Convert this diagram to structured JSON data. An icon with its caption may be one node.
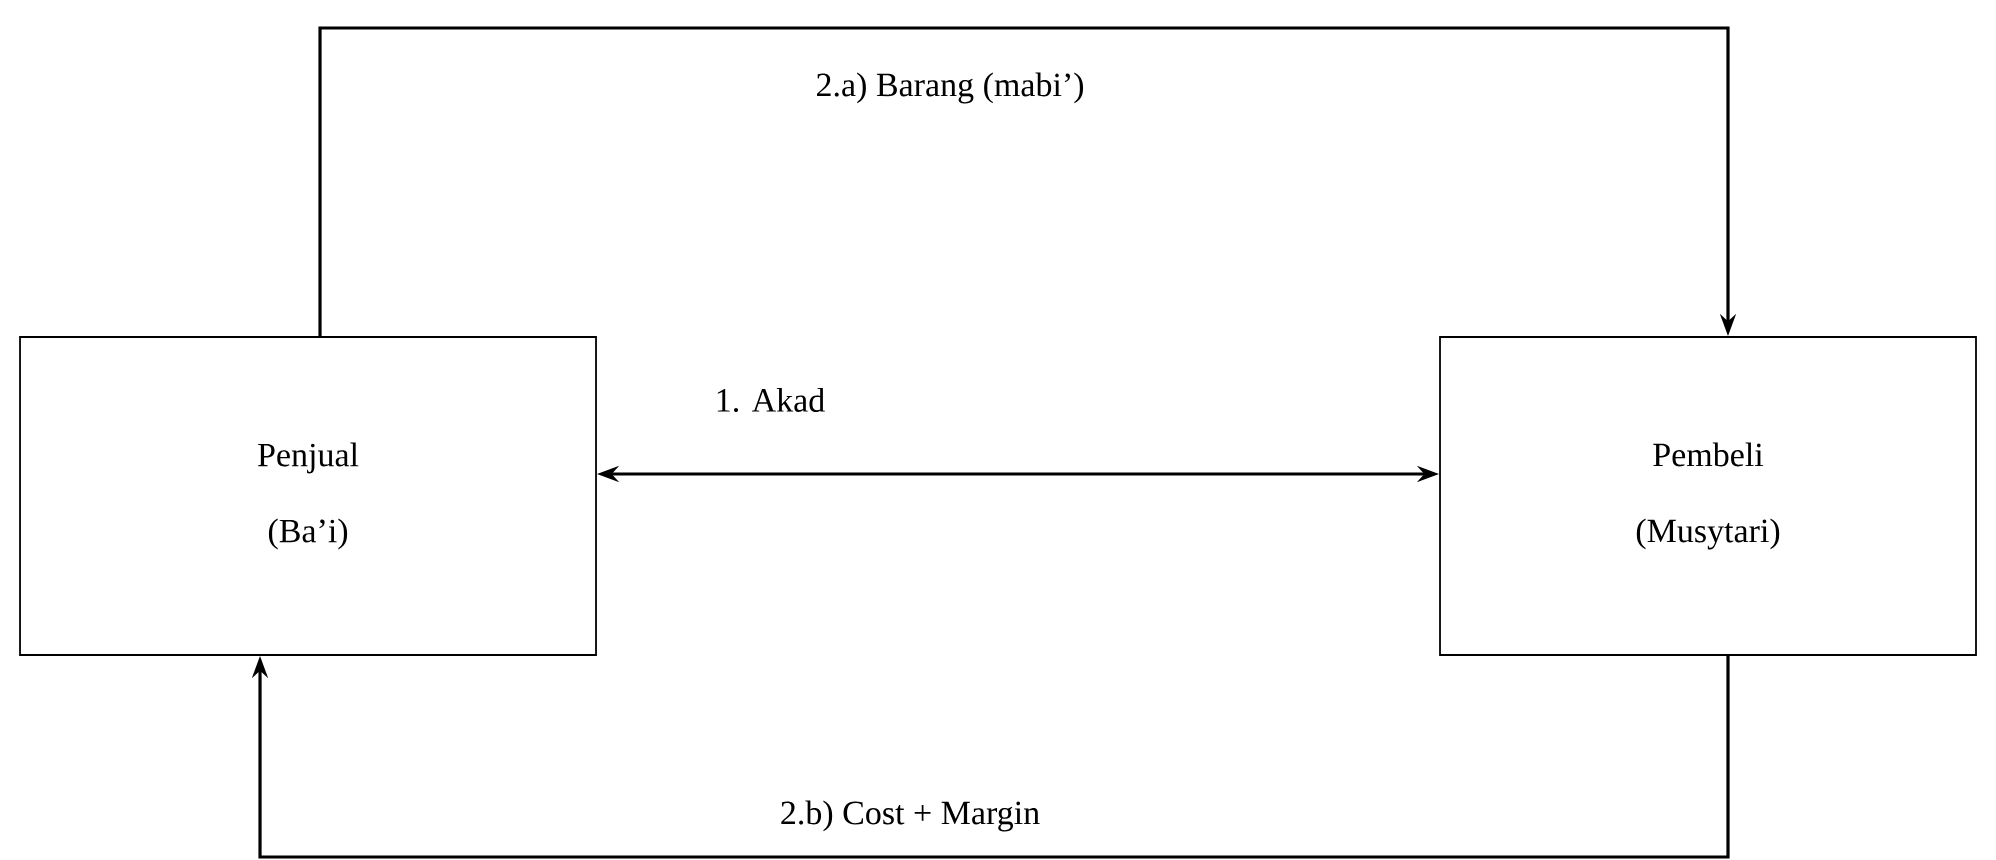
{
  "diagram": {
    "nodes": [
      {
        "text": [
          "Penjual",
          "(Ba’i)"
        ]
      },
      {
        "text": [
          "Pembeli",
          "(Musytari)"
        ]
      }
    ],
    "edges": [
      {
        "from": 0,
        "to": 1,
        "arrow": "to",
        "label": "2.a) Barang (mabi’)"
      },
      {
        "from": 0,
        "to": 1,
        "arrow": "both",
        "label": "1.   Akad"
      },
      {
        "from": 1,
        "to": 0,
        "arrow": "to",
        "label": "2.b) Cost + Margin"
      }
    ]
  }
}
